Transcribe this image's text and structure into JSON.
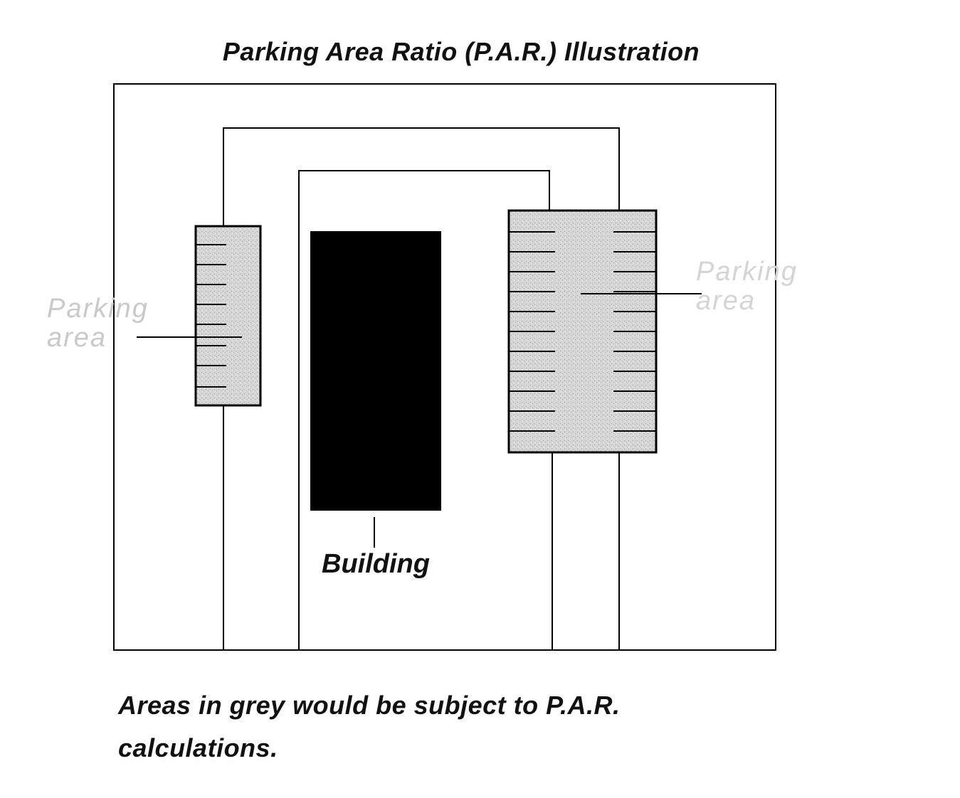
{
  "title": "Parking Area Ratio (P.A.R.) Illustration",
  "labels": {
    "parking_left_line1": "Parking",
    "parking_left_line2": "area",
    "parking_right_line1": "Parking",
    "parking_right_line2": "area",
    "building": "Building"
  },
  "caption": {
    "line1": "Areas in grey would be subject to P.A.R.",
    "line2": "calculations."
  },
  "colors": {
    "grey_area": "#d4d4d4",
    "building": "#000000",
    "line": "#000000",
    "faded_label": "#c9c9c9"
  }
}
